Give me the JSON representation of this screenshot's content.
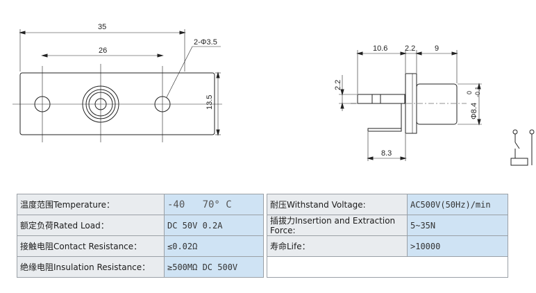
{
  "dimensions": {
    "front": {
      "overall_width": "35",
      "hole_spacing": "26",
      "hole_spec": "2-Φ3.5",
      "height": "13.5"
    },
    "side": {
      "d_10_6": "10.6",
      "d_2_2_top": "2.2",
      "d_9": "9",
      "d_2_2_left": "2.2",
      "d_8_3": "8.3",
      "diameter": "Φ8.4",
      "tol_upper": "0",
      "tol_lower": "-0.1"
    }
  },
  "specs": [
    {
      "label": "温度范围Temperature：",
      "value": "-40   70° C"
    },
    {
      "label": "额定负荷Rated Load：",
      "value": "DC 50V 0.2A"
    },
    {
      "label": "接触电阻Contact Resistance：",
      "value": "≤0.02Ω"
    },
    {
      "label": "绝缘电阻Insulation Resistance：",
      "value": "≥500MΩ DC 500V"
    }
  ],
  "specs_right": [
    {
      "label": "耐压Withstand Voltage:",
      "value": "AC500V(50Hz)/min"
    },
    {
      "label": "插拔力Insertion and Extraction Force:",
      "value": "5~35N"
    },
    {
      "label": "寿命Life：",
      "value": ">10000"
    }
  ]
}
